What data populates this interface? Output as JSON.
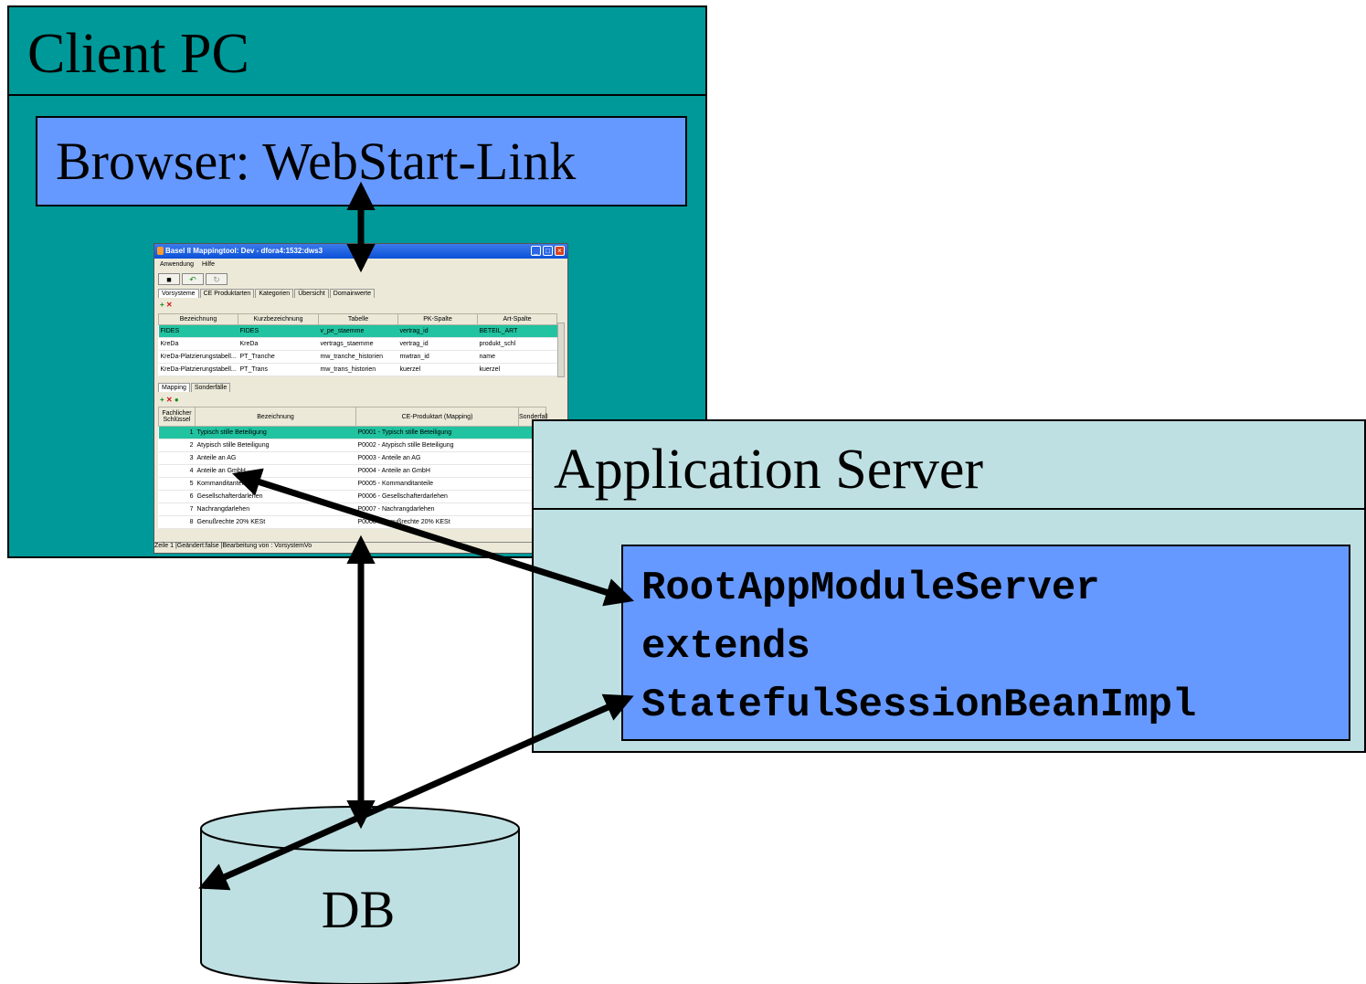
{
  "client_pc": {
    "title": "Client PC",
    "browser_label": "Browser: WebStart-Link",
    "embedded_app": {
      "window_title": "Basel II Mappingtool: Dev - dfora4:1532:dws3",
      "menu": [
        "Anwendung",
        "Hilfe"
      ],
      "tabs_top": [
        "Vorsysteme",
        "CE Produktarten",
        "Kategorien",
        "Übersicht",
        "Domainwerte"
      ],
      "table_top": {
        "headers": [
          "Bezeichnung",
          "Kurzbezeichnung",
          "Tabelle",
          "PK-Spalte",
          "Art-Spalte"
        ],
        "rows": [
          [
            "FIDES",
            "FIDES",
            "v_pe_staemme",
            "vertrag_id",
            "BETEIL_ART"
          ],
          [
            "KreDa",
            "KreDa",
            "vertrags_staemme",
            "vertrag_id",
            "produkt_schl"
          ],
          [
            "KreDa-Platzierungstabell...",
            "PT_Tranche",
            "mw_tranche_historien",
            "mwtran_id",
            "name"
          ],
          [
            "KreDa-Platzierungstabell...",
            "PT_Trans",
            "mw_trans_historien",
            "kuerzel",
            "kuerzel"
          ]
        ]
      },
      "tabs_bottom": [
        "Mapping",
        "Sonderfälle"
      ],
      "table_bottom": {
        "headers": [
          "Fachlicher Schlüssel",
          "Bezeichnung",
          "CE-Produktart (Mapping)",
          "Sonderfall"
        ],
        "rows": [
          [
            "1",
            "Typisch stille Beteiligung",
            "P0001 - Typisch stille Beteiligung"
          ],
          [
            "2",
            "Atypisch stille Beteiligung",
            "P0002 - Atypisch stille Beteiligung"
          ],
          [
            "3",
            "Anteile an AG",
            "P0003 - Anteile an AG"
          ],
          [
            "4",
            "Anteile an GmbH",
            "P0004 - Anteile an GmbH"
          ],
          [
            "5",
            "Kommanditanteile",
            "P0005 - Kommanditanteile"
          ],
          [
            "6",
            "Gesellschafterdarlehen",
            "P0006 - Gesellschafterdarlehen"
          ],
          [
            "7",
            "Nachrangdarlehen",
            "P0007 - Nachrangdarlehen"
          ],
          [
            "8",
            "Genußrechte 20% KESt",
            "P0008 - Genußrechte 20% KESt"
          ]
        ]
      },
      "status": "Zeile 1 |Geändert:false |Bearbeitung von : VorsystemVo"
    }
  },
  "app_server": {
    "title": "Application Server",
    "module_lines": [
      "RootAppModuleServer",
      "extends",
      "StatefulSessionBeanImpl"
    ]
  },
  "db": {
    "label": "DB"
  },
  "colors": {
    "client_bg": "#009999",
    "browser_bg": "#6699ff",
    "server_bg": "#bfe0e2",
    "module_bg": "#6699ff",
    "db_bg": "#bfe0e2",
    "row_highlight": "#21c3a0"
  }
}
